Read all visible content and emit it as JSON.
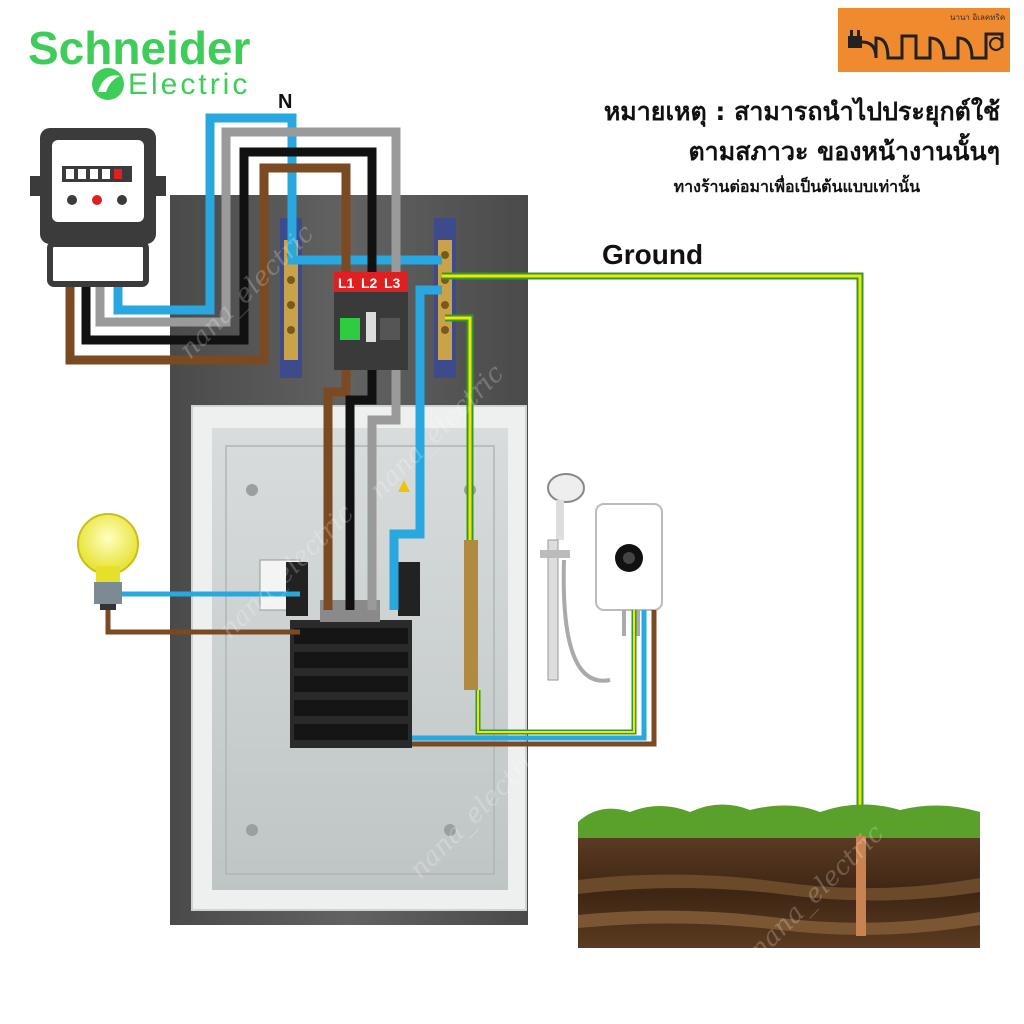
{
  "brand": {
    "name_top": "Schneider",
    "name_bottom": "Electric"
  },
  "shop_logo": {
    "caption": "นานา อิเลคทริค",
    "icon": "plug-icon"
  },
  "note": {
    "line1": "หมายเหตุ : สามารถนำไปประยุกต์ใช้",
    "line2": "ตามสภาวะ ของหน้างานนั้นๆ",
    "line3": "ทางร้านต่อมาเพื่อเป็นต้นแบบเท่านั้น"
  },
  "labels": {
    "neutral": "N",
    "ground": "Ground",
    "l1": "L1",
    "l2": "L2",
    "l3": "L3"
  },
  "watermark": "nana_electric",
  "wire_colors": {
    "neutral_blue": "#29a8e0",
    "l1_brown": "#7a4a23",
    "l2_black": "#111111",
    "l3_grey": "#9a9a9a",
    "ground_yellow": "#f2e600",
    "ground_green": "#2f9a2f",
    "phase_label_bg": "#e02020"
  },
  "icons": [
    "meter-icon",
    "light-bulb-icon",
    "water-heater-icon",
    "shower-head-icon",
    "ground-rod-icon",
    "main-breaker-icon",
    "neutral-bus-icon",
    "ground-bus-icon"
  ]
}
